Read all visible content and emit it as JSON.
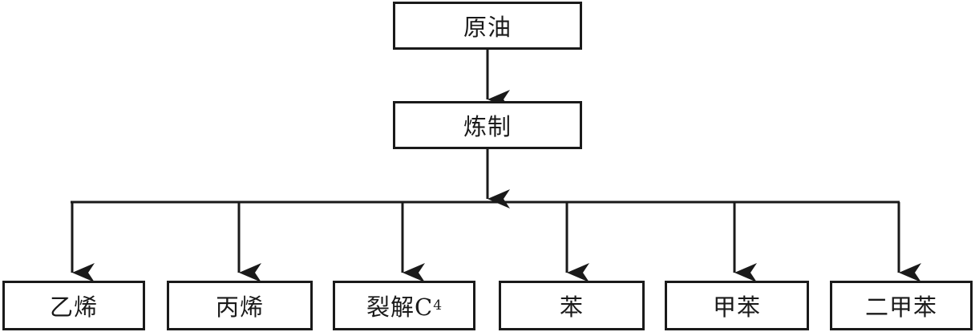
{
  "diagram": {
    "root": {
      "label": "原油"
    },
    "middle": {
      "label": "炼制"
    },
    "products": [
      {
        "label": "乙烯"
      },
      {
        "label": "丙烯"
      },
      {
        "label": "裂解C",
        "subscript": "4"
      },
      {
        "label": "苯"
      },
      {
        "label": "甲苯"
      },
      {
        "label": "二甲苯"
      }
    ]
  },
  "colors": {
    "stroke": "#1a1a1a",
    "background": "#ffffff"
  }
}
